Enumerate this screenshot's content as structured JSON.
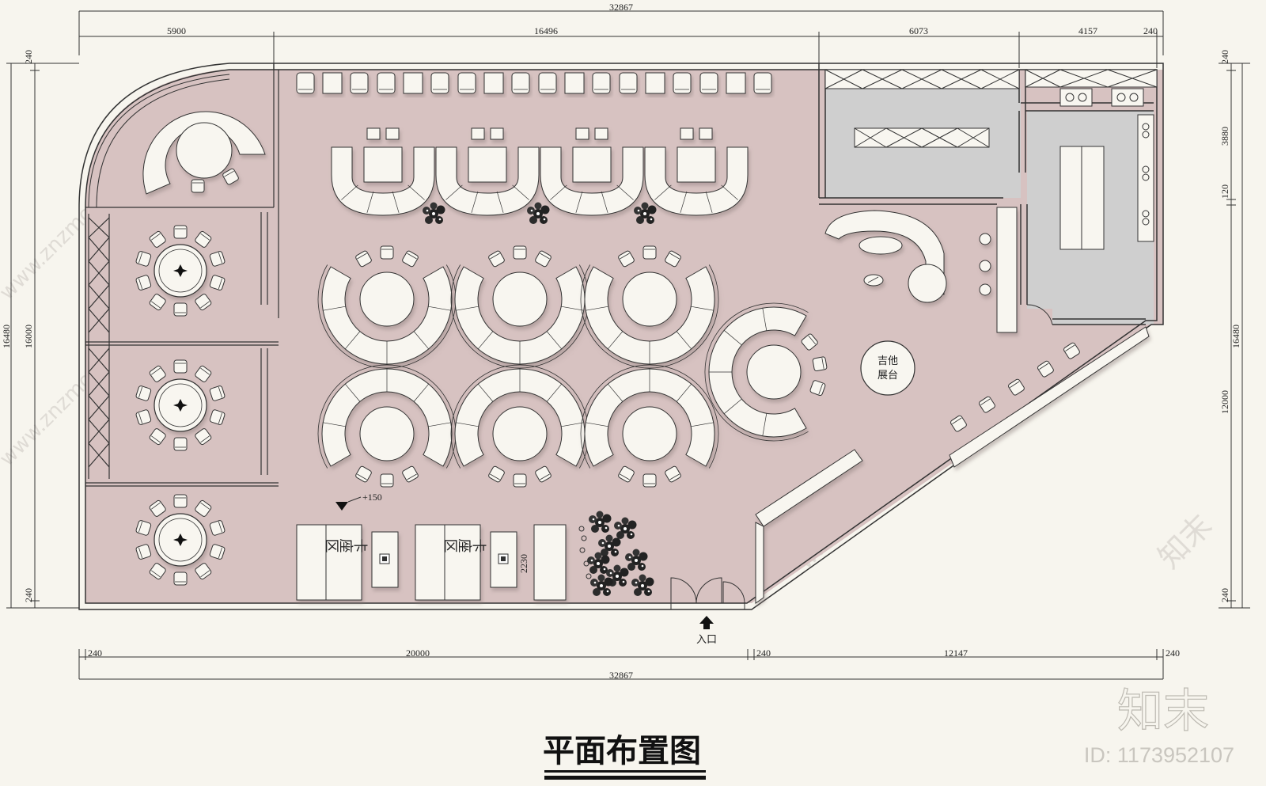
{
  "title": "平面布置图",
  "dimensions": {
    "top_total": "32867",
    "top_segments": [
      "5900",
      "16496",
      "6073",
      "4157",
      "240"
    ],
    "bottom_segments": [
      "240",
      "20000",
      "240",
      "12147",
      "240"
    ],
    "bottom_total": "32867",
    "left_outer": "16480",
    "left_inner": "16000",
    "left_top": "240",
    "left_bottom": "240",
    "right_outer": "16480",
    "right_segments": [
      "240",
      "3880",
      "120",
      "12000",
      "240"
    ]
  },
  "labels": {
    "entrance": "入口",
    "guitar_display_1": "吉他",
    "guitar_display_2": "展台",
    "booth_area_1": "卡座区",
    "booth_area_2": "卡座区",
    "level_mark": "+150",
    "booth_dim": "2230"
  },
  "watermark": {
    "brand": "知末",
    "id": "ID: 1173952107",
    "url": "www.znzmo.com"
  },
  "colors": {
    "floor": "#d7c2c1",
    "kitchen": "#cfcfcf",
    "background": "#f7f5ee",
    "furniture": "#f8f6f0",
    "line": "#333333"
  }
}
